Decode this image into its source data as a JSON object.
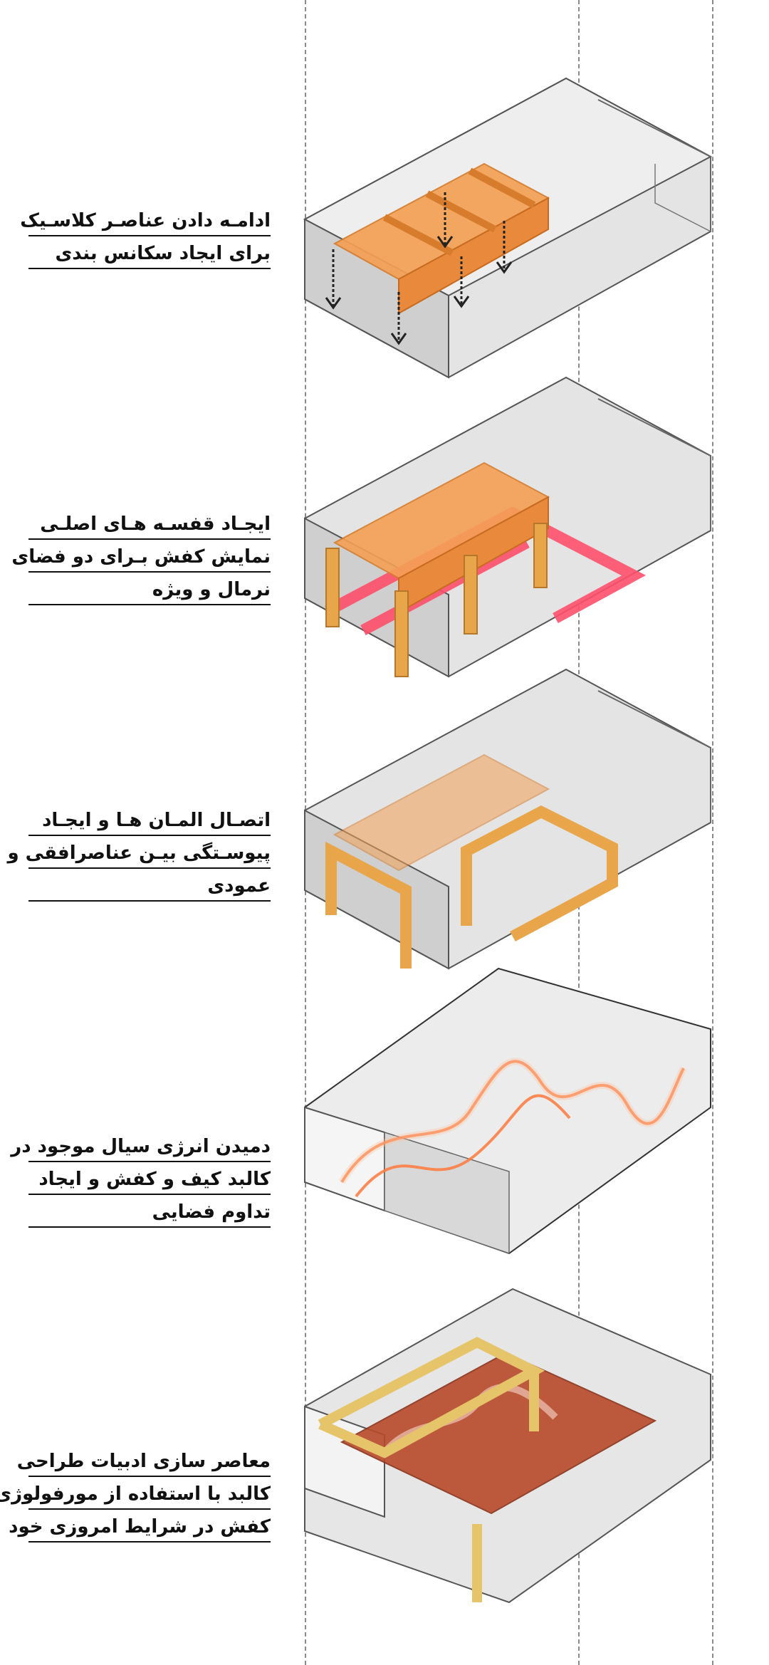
{
  "captions": [
    {
      "lines": [
        "ادامـه دادن  عناصـر کلاسـیک",
        "برای ایجاد سکانس بندی"
      ]
    },
    {
      "lines": [
        "ایجـاد قفسـه  هـای اصلـی",
        "نمایش کفش بـرای  دو فضای",
        "نرمال و ویژه"
      ]
    },
    {
      "lines": [
        "اتصـال المـان هـا   و ایجـاد",
        "پیوسـتگی بیـن عناصرافقی و",
        "عمودی"
      ]
    },
    {
      "lines": [
        "دمیدن انرژی سیال موجود در",
        "کالبد کیف و کفش و ایجاد",
        "تداوم فضایی"
      ]
    },
    {
      "lines": [
        "معاصر سازی ادبیات طراحی",
        "کالبد با استفاده از مورفولوژی",
        "کفش در شرایط امروزی خود"
      ]
    }
  ],
  "colors": {
    "box_fill": "#d9d9d9",
    "box_edge": "#555555",
    "orange_frame": "#f4a055",
    "wood": "#e8a54a",
    "red_floor": "#ff4f6b",
    "energy_line": "#ff7a3c",
    "rust": "#b84a2a",
    "gold": "#e6c46a",
    "arrow": "#222222",
    "guide": "#8a8a8a"
  },
  "icons": [
    "down-arrow-icon"
  ]
}
